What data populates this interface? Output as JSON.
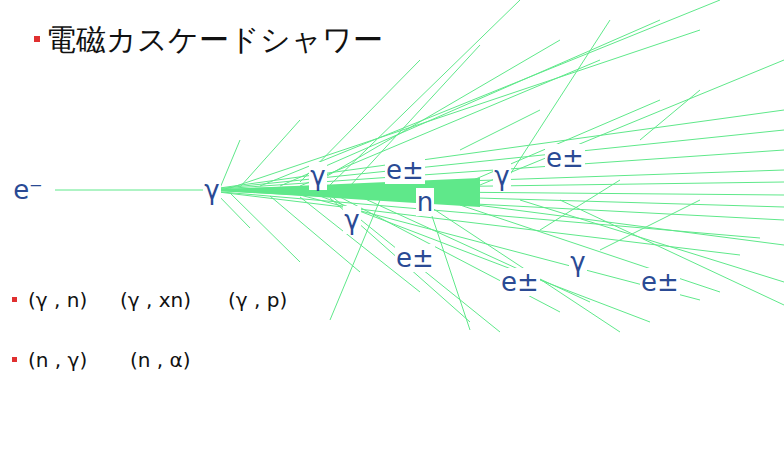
{
  "diagram": {
    "labels": [
      "電磁カスケードシャワー",
      "e⁻",
      "γ",
      "γ",
      "e±",
      "e±",
      "γ",
      "γ",
      "n",
      "e±",
      "γ",
      "e±",
      "e±",
      "(γ , n)",
      "(γ , xn)",
      "(γ , p)",
      "(n , γ)",
      "(n , α)"
    ]
  }
}
